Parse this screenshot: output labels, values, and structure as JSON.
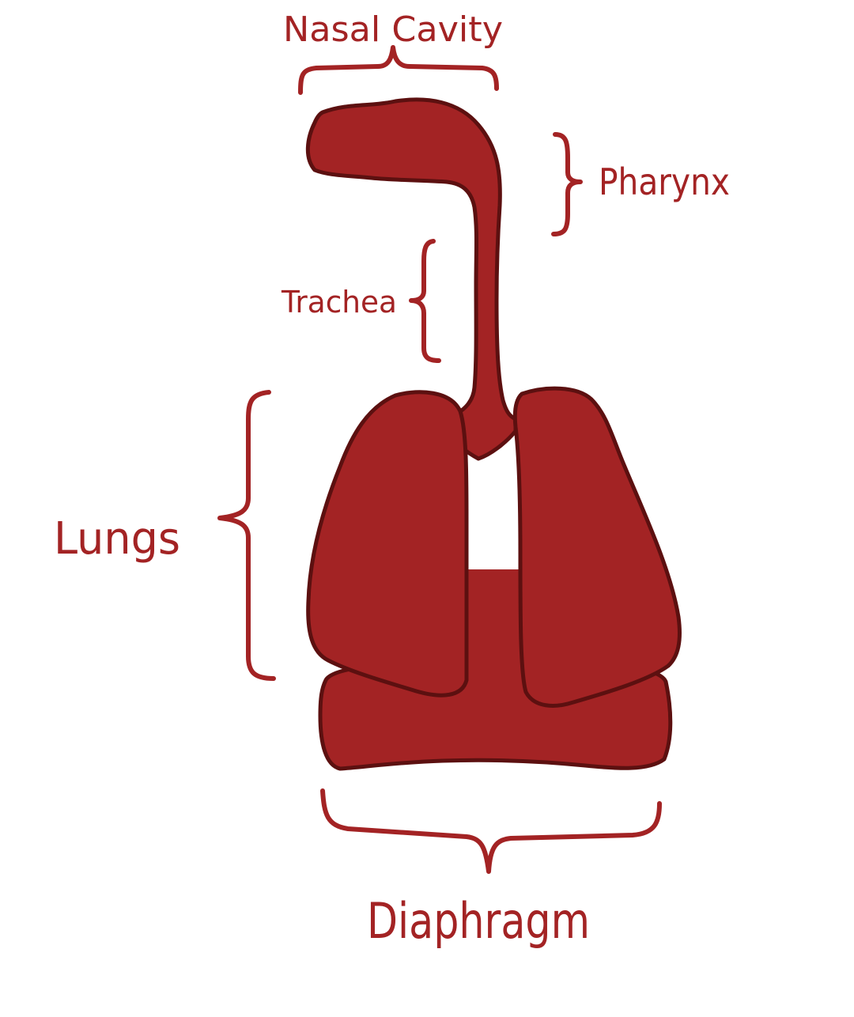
{
  "diagram": {
    "labels": {
      "nasal_cavity": "Nasal Cavity",
      "pharynx": "Pharynx",
      "trachea": "Trachea",
      "lungs": "Lungs",
      "diaphragm": "Diaphragm"
    },
    "colors": {
      "organ_fill": "#a32324",
      "organ_outline": "#5c1010",
      "label": "#a32324",
      "background": "#ffffff"
    }
  }
}
